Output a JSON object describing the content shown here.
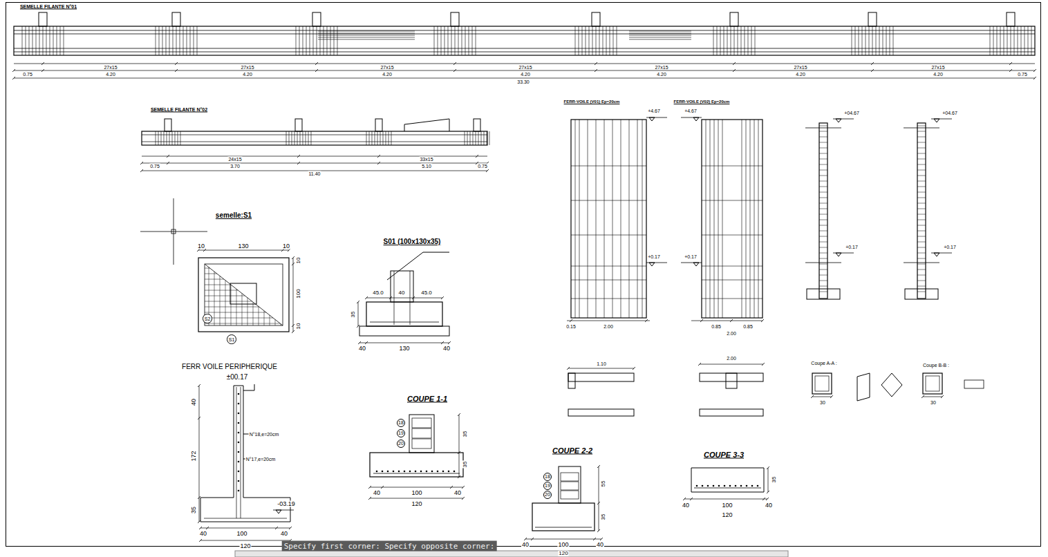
{
  "diagram": {
    "nodes": [
      {
        "text": [
          "S2"
        ]
      },
      {
        "text": [
          "S1"
        ]
      },
      {
        "text": [
          "18"
        ]
      },
      {
        "text": [
          "19"
        ]
      },
      {
        "text": [
          "20"
        ]
      },
      {
        "text": [
          "18"
        ]
      },
      {
        "text": [
          "19"
        ]
      },
      {
        "text": [
          "20"
        ]
      }
    ],
    "labels": [
      "SEMELLE FILANTE N°01",
      "27x15",
      "27x15",
      "27x15",
      "27x15",
      "27x15",
      "27x15",
      "27x15",
      "4.20",
      "4.20",
      "4.20",
      "4.20",
      "4.20",
      "4.20",
      "4.20",
      "0.75",
      "0.75",
      "33.30",
      "SEMELLE FILANTE N°02",
      "24x15",
      "33x15",
      "3.70",
      "5.10",
      "0.75",
      "0.75",
      "11.40",
      "semelle:S1",
      "10",
      "130",
      "10",
      "10",
      "100",
      "10",
      "S01 (100x130x35)",
      "45.0",
      "40",
      "45.0",
      "35",
      "40",
      "130",
      "40",
      "FERR VOILE PERIPHERIQUE",
      "±00.17",
      "40",
      "172",
      "35",
      "N°18,e=20cm",
      "N°17,e=20cm",
      "-03.19",
      "40",
      "100",
      "40",
      "120",
      "COUPE 1-1",
      "35",
      "35",
      "40",
      "100",
      "40",
      "120",
      "COUPE 2-2",
      "55",
      "35",
      "40",
      "100",
      "40",
      "COUPE 3-3",
      "35",
      "40",
      "100",
      "40",
      "120",
      "FERR-VOILE (V01) Ep=20cm",
      "FERR-VOILE (V02) Ep=20cm",
      "+4.67",
      "+0.17",
      "+4.67",
      "+0.17",
      "0.15",
      "2.00",
      "0.85",
      "0.85",
      "2.00",
      "+04.67",
      "+0.17",
      "+04.67",
      "+0.17",
      "1.10",
      "2.00",
      "Coupe A-A :",
      "Coupe B-B :",
      "30",
      "30",
      "Specify first corner: Specify opposite corner:",
      "120"
    ]
  }
}
